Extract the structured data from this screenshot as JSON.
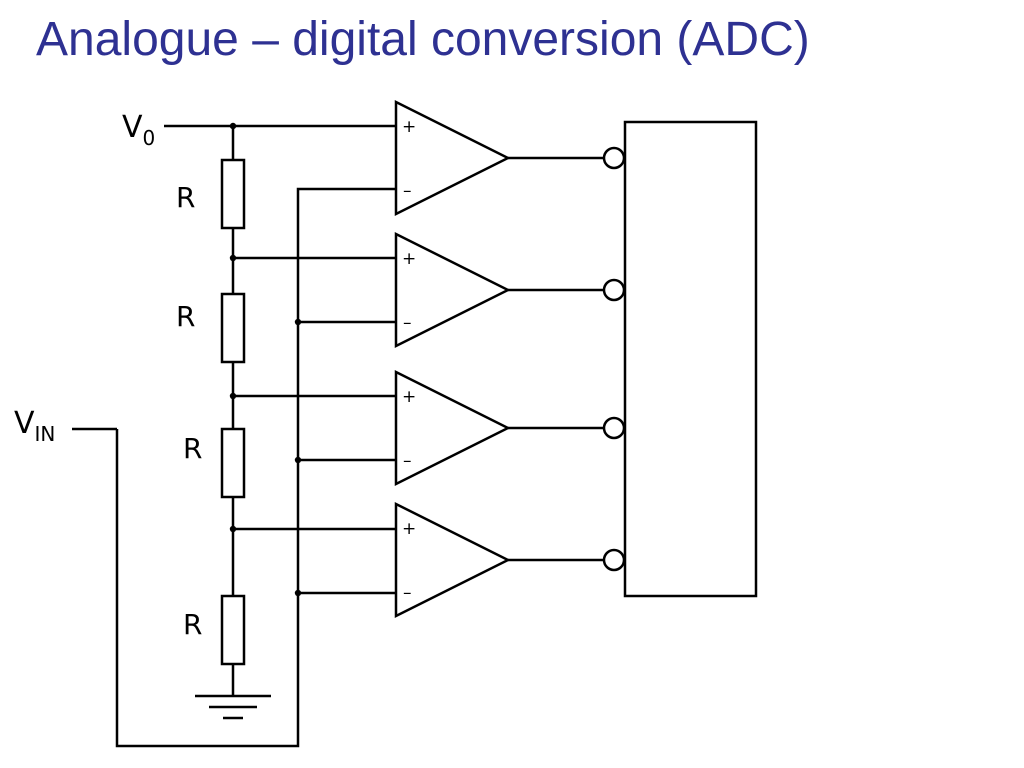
{
  "title": "Analogue – digital conversion (ADC)",
  "colors": {
    "title": "#2E3192",
    "wire": "#000000",
    "background": "#ffffff"
  },
  "labels": {
    "v0": "V",
    "v0_sub": "0",
    "vin": "V",
    "vin_sub": "IN",
    "resistors": [
      "R",
      "R",
      "R",
      "R"
    ],
    "plus": "+",
    "minus": "–"
  }
}
